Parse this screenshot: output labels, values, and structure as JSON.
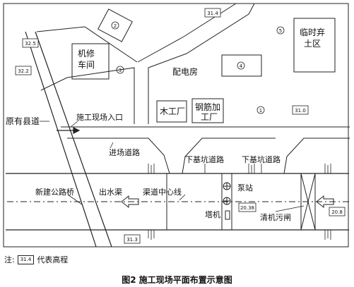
{
  "labels": {
    "repair_shop": [
      "机修",
      "车间"
    ],
    "temp_waste": [
      "临时弃",
      "土区"
    ],
    "power_room": "配电房",
    "carpentry": "木工厂",
    "rebar_shop": [
      "钢筋加",
      "工厂"
    ],
    "old_road": "原有县道",
    "site_entrance": "施工现场入口",
    "access_road": "进场道路",
    "pit_road_1": "下基坑道路",
    "pit_road_2": "下基坑道路",
    "new_bridge": "新建公路桥",
    "outlet": "出水渠",
    "channel_centerline": "渠道中心线",
    "pump_station": "泵站",
    "tower_crane": "塔机",
    "trash_gate": "清机污闸"
  },
  "markers": [
    "1",
    "2",
    "3",
    "4",
    "5"
  ],
  "elevations": [
    "31.4",
    "32.5",
    "32.2",
    "31.0",
    "20.38",
    "20.8",
    "31.3"
  ],
  "legend": {
    "prefix": "注:",
    "sample": "31.4",
    "text": "代表高程"
  },
  "caption": "图2   施工现场平面布置示意图"
}
